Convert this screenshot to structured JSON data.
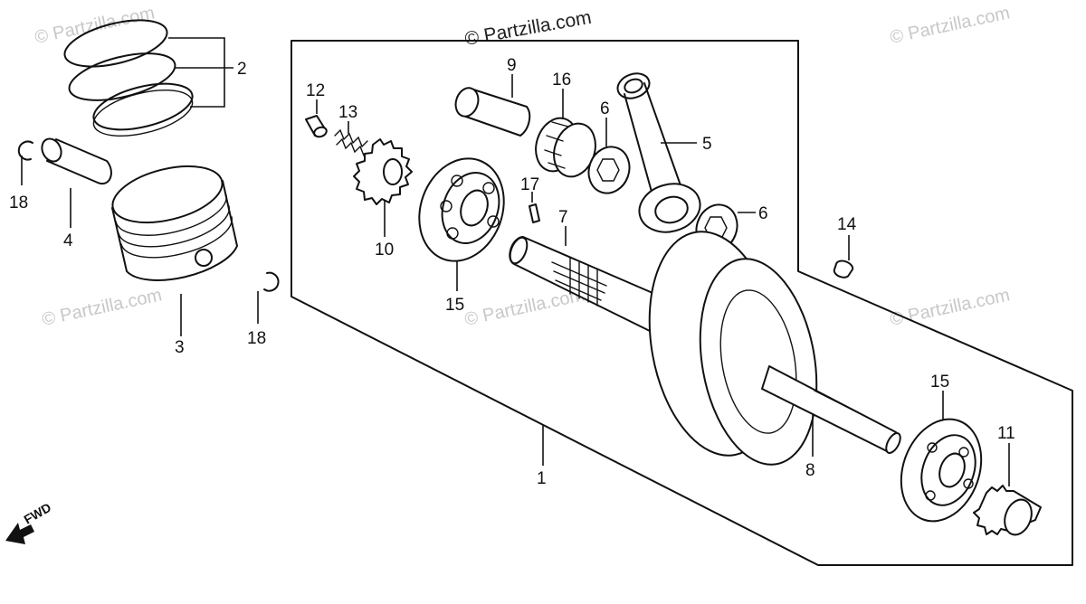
{
  "watermark": {
    "text": "© Partzilla.com",
    "top_text": "© Partzilla.com"
  },
  "direction_label": "FWD",
  "callouts": {
    "c1": "1",
    "c2": "2",
    "c3": "3",
    "c4": "4",
    "c5": "5",
    "c6a": "6",
    "c6b": "6",
    "c7": "7",
    "c8": "8",
    "c9": "9",
    "c10": "10",
    "c11": "11",
    "c12": "12",
    "c13": "13",
    "c14": "14",
    "c15a": "15",
    "c15b": "15",
    "c16": "16",
    "c17": "17",
    "c18a": "18",
    "c18b": "18"
  },
  "colors": {
    "line": "#111111",
    "watermark": "#c8c8c8",
    "background": "#ffffff"
  }
}
